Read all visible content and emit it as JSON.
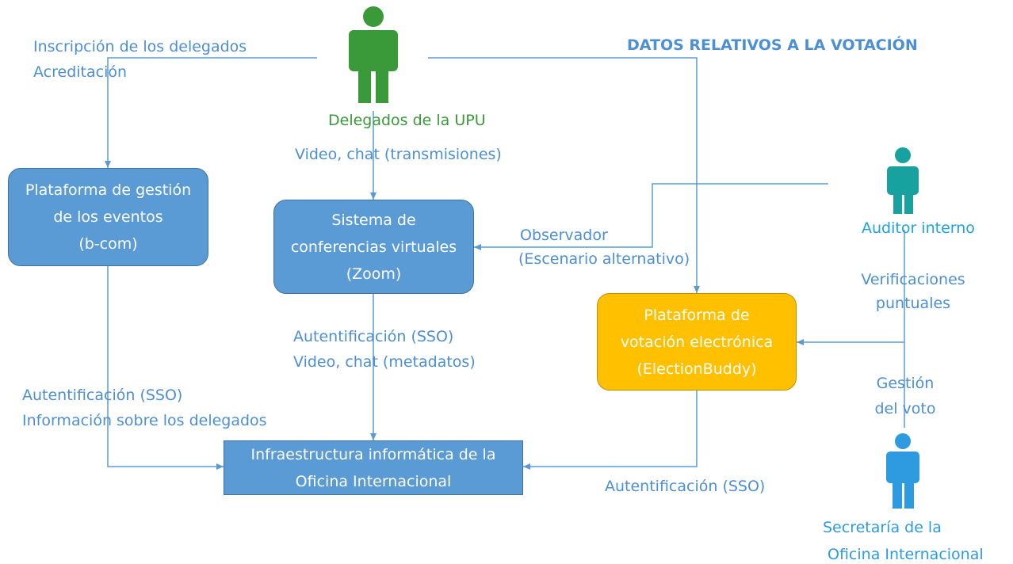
{
  "diagram": {
    "title": "DATOS RELATIVOS A LA VOTACIÓN",
    "colors": {
      "line": "#5b9bd5",
      "label": "#4d8fd3",
      "box_blue": "#5b9bd5",
      "box_gold": "#ffc000",
      "actor_delegates": "#3a9a3a",
      "actor_auditor": "#17a2a0",
      "actor_secretaria": "#2e9be0"
    },
    "actors": {
      "delegados": {
        "name": "Delegados de la UPU",
        "icon": "person-icon"
      },
      "auditor": {
        "name": "Auditor interno",
        "icon": "person-icon"
      },
      "secretaria": {
        "name_line1": "Secretaría de la",
        "name_line2": "Oficina Internacional",
        "icon": "person-icon"
      }
    },
    "boxes": {
      "bcom": "Plataforma de gestión\nde los eventos\n(b-com)",
      "zoom": "Sistema de\nconferencias virtuales\n(Zoom)",
      "election": "Plataforma de\nvotación electrónica\n(ElectionBuddy)",
      "infra": "Infraestructura informática de la\nOficina Internacional"
    },
    "labels": {
      "inscripcion": "Inscripción de los delegados",
      "acreditacion": "Acreditación",
      "video_trans": "Video, chat (transmisiones)",
      "observador": "Observador",
      "escenario": "(Escenario alternativo)",
      "verif1": "Verificaciones",
      "verif2": "puntuales",
      "auth_zoom": "Autentificación (SSO)",
      "video_meta": "Video, chat (metadatos)",
      "auth_bcom": "Autentificación (SSO)",
      "info_deleg": "Información sobre los delegados",
      "gestion1": "Gestión",
      "gestion2": "del voto",
      "auth_elec": "Autentificación (SSO)"
    }
  }
}
